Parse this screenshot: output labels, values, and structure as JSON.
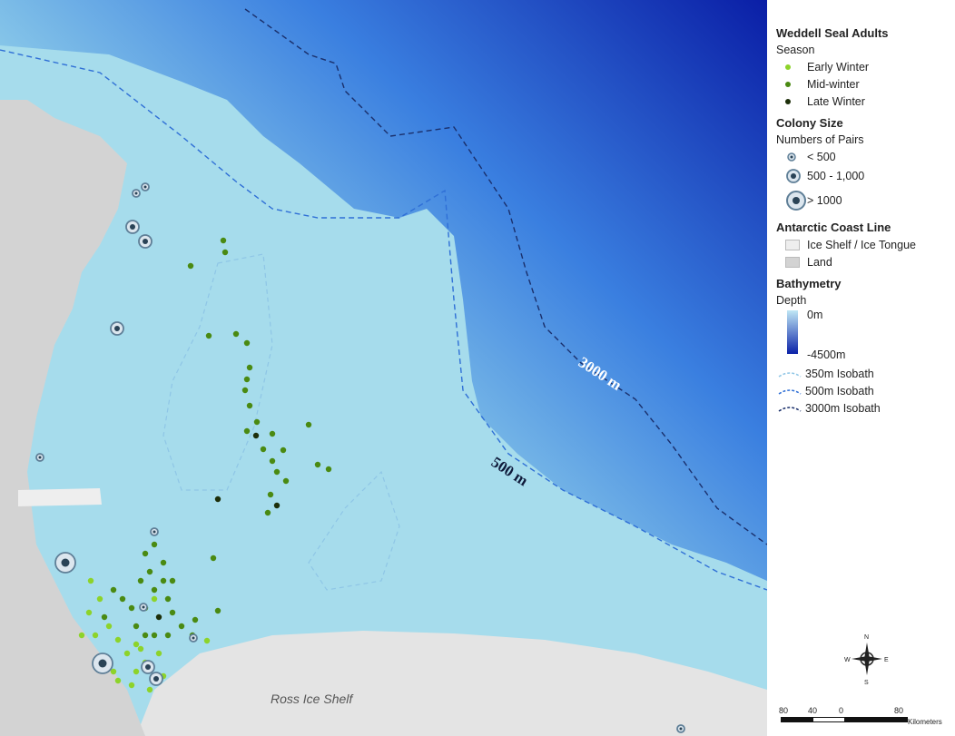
{
  "map": {
    "place_label": "Ross Ice Shelf",
    "isobath_labels": {
      "m500": "500 m",
      "m3000": "3000 m"
    },
    "colors": {
      "deep": "#0a1ea6",
      "shallow": "#a6dcec",
      "ice_shelf": "#e4e4e4",
      "land": "#d3d3d3",
      "early_winter": "#8dd32a",
      "mid_winter": "#4a8a12",
      "late_winter": "#1d2f0a",
      "colony": "#5f7f97"
    }
  },
  "legend": {
    "title": "Weddell Seal Adults",
    "season_label": "Season",
    "seasons": [
      "Early Winter",
      "Mid-winter",
      "Late Winter"
    ],
    "colony_title": "Colony Size",
    "colony_subtitle": "Numbers of Pairs",
    "colony_sizes": [
      "< 500",
      "500 - 1,000",
      "> 1000"
    ],
    "coast_title": "Antarctic Coast Line",
    "coast_items": [
      "Ice Shelf / Ice Tongue",
      "Land"
    ],
    "bathy_title": "Bathymetry",
    "depth_label": "Depth",
    "depth_top": "0m",
    "depth_bottom": "-4500m",
    "isobaths": [
      "350m Isobath",
      "500m Isobath",
      "3000m Isobath"
    ]
  },
  "compass": {
    "n": "N",
    "s": "S",
    "e": "E",
    "w": "W"
  },
  "scale": {
    "ticks": [
      "80",
      "40",
      "0",
      "80"
    ],
    "unit": "Kilometers"
  }
}
